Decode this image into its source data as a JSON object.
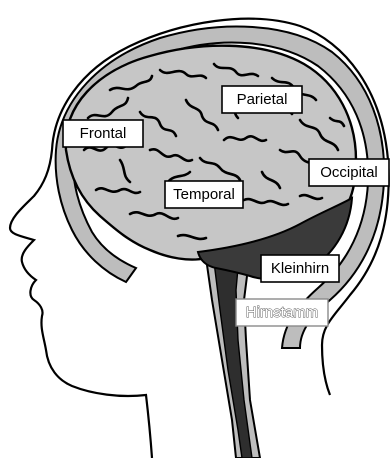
{
  "labels": {
    "frontal": "Frontal",
    "parietal": "Parietal",
    "occipital": "Occipital",
    "temporal": "Temporal",
    "kleinhirn": "Kleinhirn",
    "hirnstamm": "Hirnstamm"
  },
  "colors": {
    "skull_fill": "#bdbdbd",
    "brain_fill": "#c6c6c6",
    "cerebellum_fill": "#3a3a3a",
    "outline": "#000000",
    "background": "#ffffff"
  }
}
